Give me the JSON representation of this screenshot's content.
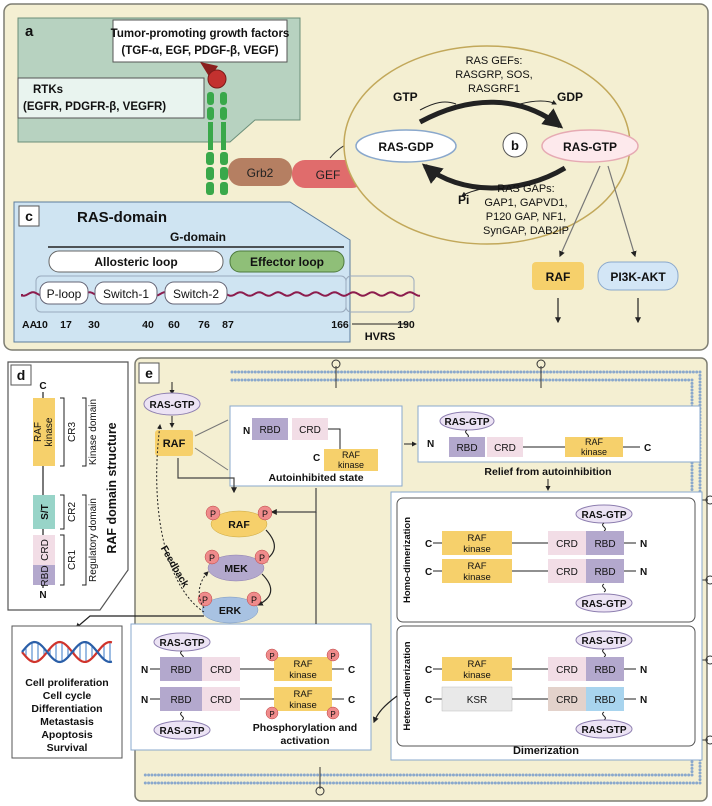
{
  "panels": {
    "a": {
      "letter": "a",
      "growth_factors_title": "Tumor-promoting growth factors",
      "growth_factors_list": "(TGF-α, EGF, PDGF-β, VEGF)",
      "rtks_title": "RTKs",
      "rtks_list": "(EGFR, PDGFR-β, VEGFR)",
      "grb2": "Grb2",
      "gef": "GEF"
    },
    "b": {
      "letter": "b",
      "ras_gdp": "RAS-GDP",
      "ras_gtp": "RAS-GTP",
      "gtp": "GTP",
      "gdp": "GDP",
      "pi": "Pi",
      "gefs_title": "RAS GEFs:",
      "gefs_lines": [
        "RASGRP, SOS,",
        "RASGRF1"
      ],
      "gaps_title": "RAS GAPs:",
      "gaps_lines": [
        "GAP1, GAPVD1,",
        "P120 GAP, NF1,",
        "SynGAP, DAB2IP"
      ],
      "raf": "RAF",
      "pi3k": "PI3K-AKT"
    },
    "c": {
      "letter": "c",
      "title": "RAS-domain",
      "g_domain": "G-domain",
      "allosteric": "Allosteric loop",
      "effector": "Effector loop",
      "p_loop": "P-loop",
      "switch1": "Switch-1",
      "switch2": "Switch-2",
      "aa_prefix": "AA",
      "aa_numbers": [
        "10",
        "17",
        "30",
        "40",
        "60",
        "76",
        "87",
        "166",
        "190"
      ],
      "hvrs": "HVRS"
    },
    "d": {
      "letter": "d",
      "raf_kinase": [
        "RAF",
        "kinase"
      ],
      "st": "S/T",
      "crd": "CRD",
      "rbd": "RBD",
      "cr1": "CR1",
      "cr2": "CR2",
      "cr3": "CR3",
      "kinase_domain": "Kinase domain",
      "regulatory_domain": "Regulatory domain",
      "structure_title": "RAF domain structure",
      "n": "N",
      "c": "C"
    },
    "e": {
      "letter": "e",
      "ras_gtp": "RAS-GTP",
      "raf": "RAF",
      "mek": "MEK",
      "erk": "ERK",
      "p": "P",
      "feedback": "Feedback",
      "rbd": "RBD",
      "crd": "CRD",
      "raf_kinase": [
        "RAF",
        "kinase"
      ],
      "ksr": "KSR",
      "n": "N",
      "c": "C",
      "autoinhibited": "Autoinhibited state",
      "relief": "Relief from autoinhibition",
      "homo": "Homo-dimerization",
      "hetero": "Hetero-dimerization",
      "dimerization": "Dimerization",
      "phosphorylation": [
        "Phosphorylation and",
        "activation"
      ],
      "outcomes": [
        "Cell proliferation",
        "Cell cycle",
        "Differentiation",
        "Metastasis",
        "Apoptosis",
        "Survival"
      ]
    }
  },
  "colors": {
    "background": "#f4efd2",
    "kinase": "#f6d06b",
    "rbd": "#b3a8cd",
    "crd": "#f2dde6",
    "ras_gtp": "#ece3f4",
    "phospho": "#ef8b8b",
    "gef": "#e06c6c",
    "grb2": "#b57f62",
    "effector_loop": "#8fbf78",
    "domain_panel": "#cfe4f2",
    "receptor_green": "#39a84a",
    "ligand_red": "#c3312f",
    "membrane": "#8aa8cc",
    "cytoplasm_oval": "#c2a85a"
  }
}
